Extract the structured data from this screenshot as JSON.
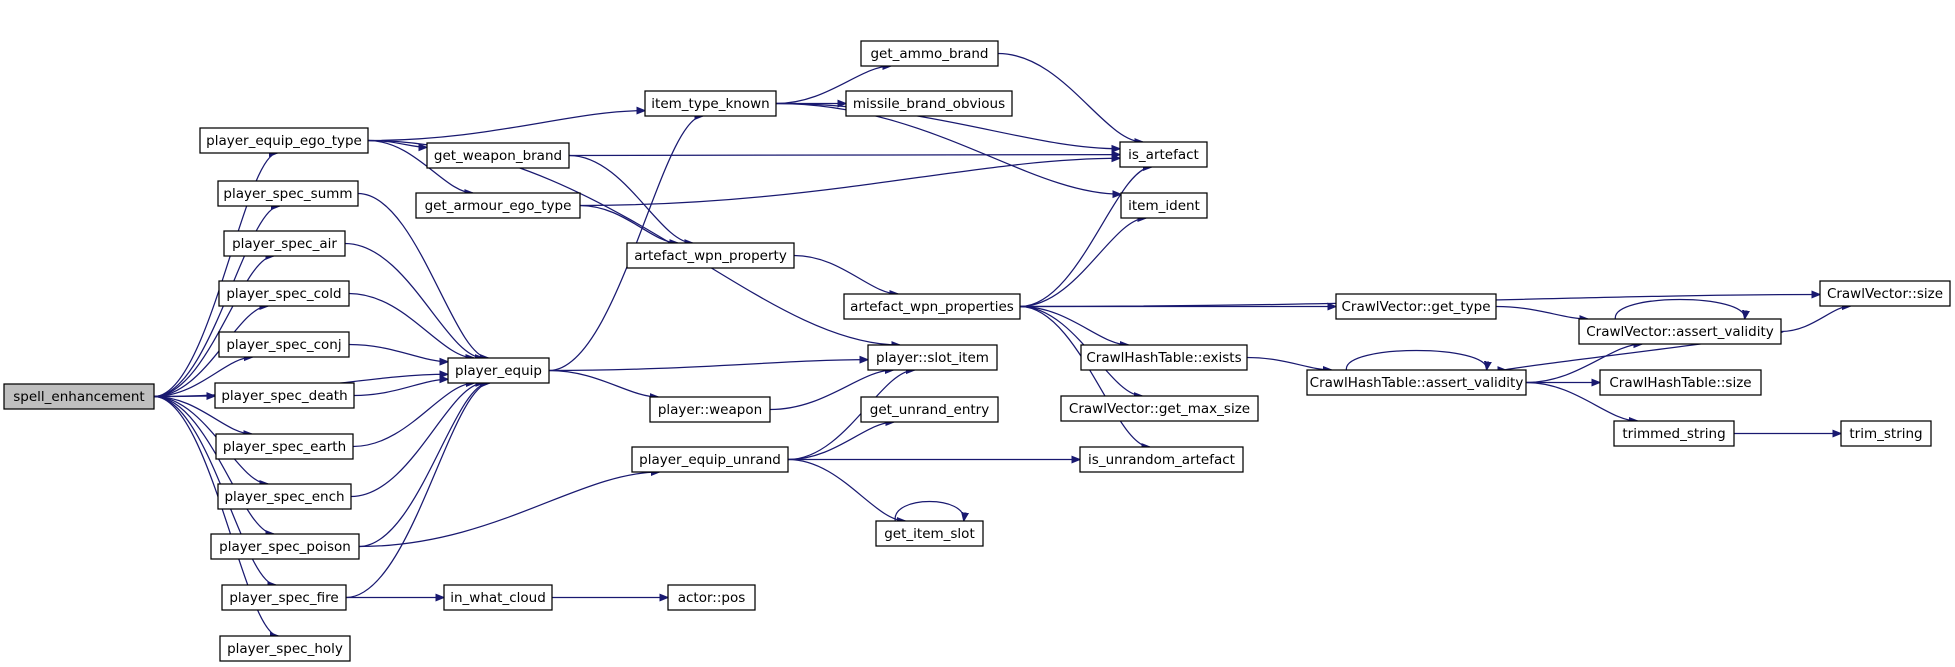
{
  "graph": {
    "root": "spell_enhancement",
    "nodes": [
      {
        "id": "spell_enhancement",
        "label": "spell_enhancement"
      },
      {
        "id": "player_equip_ego_type",
        "label": "player_equip_ego_type"
      },
      {
        "id": "player_spec_summ",
        "label": "player_spec_summ"
      },
      {
        "id": "player_spec_air",
        "label": "player_spec_air"
      },
      {
        "id": "player_spec_cold",
        "label": "player_spec_cold"
      },
      {
        "id": "player_spec_conj",
        "label": "player_spec_conj"
      },
      {
        "id": "player_spec_death",
        "label": "player_spec_death"
      },
      {
        "id": "player_spec_earth",
        "label": "player_spec_earth"
      },
      {
        "id": "player_spec_ench",
        "label": "player_spec_ench"
      },
      {
        "id": "player_spec_poison",
        "label": "player_spec_poison"
      },
      {
        "id": "player_spec_fire",
        "label": "player_spec_fire"
      },
      {
        "id": "player_spec_holy",
        "label": "player_spec_holy"
      },
      {
        "id": "item_type_known",
        "label": "item_type_known"
      },
      {
        "id": "get_weapon_brand",
        "label": "get_weapon_brand"
      },
      {
        "id": "get_armour_ego_type",
        "label": "get_armour_ego_type"
      },
      {
        "id": "player_equip",
        "label": "player_equip"
      },
      {
        "id": "in_what_cloud",
        "label": "in_what_cloud"
      },
      {
        "id": "get_ammo_brand",
        "label": "get_ammo_brand"
      },
      {
        "id": "missile_brand_obvious",
        "label": "missile_brand_obvious"
      },
      {
        "id": "artefact_wpn_property",
        "label": "artefact_wpn_property"
      },
      {
        "id": "player_weapon",
        "label": "player::weapon"
      },
      {
        "id": "player_equip_unrand",
        "label": "player_equip_unrand"
      },
      {
        "id": "actor_pos",
        "label": "actor::pos"
      },
      {
        "id": "artefact_wpn_properties",
        "label": "artefact_wpn_properties"
      },
      {
        "id": "player_slot_item",
        "label": "player::slot_item"
      },
      {
        "id": "get_unrand_entry",
        "label": "get_unrand_entry"
      },
      {
        "id": "get_item_slot",
        "label": "get_item_slot"
      },
      {
        "id": "is_artefact",
        "label": "is_artefact"
      },
      {
        "id": "item_ident",
        "label": "item_ident"
      },
      {
        "id": "CrawlHashTable_exists",
        "label": "CrawlHashTable::exists"
      },
      {
        "id": "CrawlVector_get_max_size",
        "label": "CrawlVector::get_max_size"
      },
      {
        "id": "is_unrandom_artefact",
        "label": "is_unrandom_artefact"
      },
      {
        "id": "CrawlVector_get_type",
        "label": "CrawlVector::get_type"
      },
      {
        "id": "CrawlHashTable_assert_validity",
        "label": "CrawlHashTable::assert_validity"
      },
      {
        "id": "CrawlVector_assert_validity",
        "label": "CrawlVector::assert_validity"
      },
      {
        "id": "CrawlHashTable_size",
        "label": "CrawlHashTable::size"
      },
      {
        "id": "trimmed_string",
        "label": "trimmed_string"
      },
      {
        "id": "CrawlVector_size",
        "label": "CrawlVector::size"
      },
      {
        "id": "trim_string",
        "label": "trim_string"
      }
    ],
    "edges": [
      {
        "from": "spell_enhancement",
        "to": "player_equip_ego_type"
      },
      {
        "from": "spell_enhancement",
        "to": "player_spec_summ"
      },
      {
        "from": "spell_enhancement",
        "to": "player_spec_air"
      },
      {
        "from": "spell_enhancement",
        "to": "player_spec_cold"
      },
      {
        "from": "spell_enhancement",
        "to": "player_spec_conj"
      },
      {
        "from": "spell_enhancement",
        "to": "player_spec_death"
      },
      {
        "from": "spell_enhancement",
        "to": "player_spec_earth"
      },
      {
        "from": "spell_enhancement",
        "to": "player_spec_ench"
      },
      {
        "from": "spell_enhancement",
        "to": "player_spec_poison"
      },
      {
        "from": "spell_enhancement",
        "to": "player_spec_fire"
      },
      {
        "from": "spell_enhancement",
        "to": "player_spec_holy"
      },
      {
        "from": "spell_enhancement",
        "to": "player_equip"
      },
      {
        "from": "player_equip_ego_type",
        "to": "item_type_known"
      },
      {
        "from": "player_equip_ego_type",
        "to": "get_weapon_brand"
      },
      {
        "from": "player_equip_ego_type",
        "to": "get_armour_ego_type"
      },
      {
        "from": "player_equip_ego_type",
        "to": "player_slot_item"
      },
      {
        "from": "player_spec_summ",
        "to": "player_equip"
      },
      {
        "from": "player_spec_air",
        "to": "player_equip"
      },
      {
        "from": "player_spec_cold",
        "to": "player_equip"
      },
      {
        "from": "player_spec_conj",
        "to": "player_equip"
      },
      {
        "from": "player_spec_death",
        "to": "player_equip"
      },
      {
        "from": "player_spec_earth",
        "to": "player_equip"
      },
      {
        "from": "player_spec_ench",
        "to": "player_equip"
      },
      {
        "from": "player_spec_poison",
        "to": "player_equip"
      },
      {
        "from": "player_spec_poison",
        "to": "player_equip_unrand"
      },
      {
        "from": "player_spec_fire",
        "to": "player_equip"
      },
      {
        "from": "player_spec_fire",
        "to": "in_what_cloud"
      },
      {
        "from": "player_equip",
        "to": "item_type_known"
      },
      {
        "from": "player_equip",
        "to": "player_slot_item"
      },
      {
        "from": "player_equip",
        "to": "player_weapon"
      },
      {
        "from": "item_type_known",
        "to": "get_ammo_brand"
      },
      {
        "from": "item_type_known",
        "to": "missile_brand_obvious"
      },
      {
        "from": "item_type_known",
        "to": "is_artefact"
      },
      {
        "from": "item_type_known",
        "to": "item_ident"
      },
      {
        "from": "get_weapon_brand",
        "to": "is_artefact"
      },
      {
        "from": "get_weapon_brand",
        "to": "artefact_wpn_property"
      },
      {
        "from": "get_armour_ego_type",
        "to": "is_artefact"
      },
      {
        "from": "get_armour_ego_type",
        "to": "artefact_wpn_property"
      },
      {
        "from": "get_ammo_brand",
        "to": "is_artefact"
      },
      {
        "from": "artefact_wpn_property",
        "to": "artefact_wpn_properties"
      },
      {
        "from": "artefact_wpn_properties",
        "to": "is_artefact"
      },
      {
        "from": "artefact_wpn_properties",
        "to": "item_ident"
      },
      {
        "from": "artefact_wpn_properties",
        "to": "CrawlVector_size"
      },
      {
        "from": "artefact_wpn_properties",
        "to": "CrawlVector_get_type"
      },
      {
        "from": "artefact_wpn_properties",
        "to": "CrawlHashTable_exists"
      },
      {
        "from": "artefact_wpn_properties",
        "to": "CrawlVector_get_max_size"
      },
      {
        "from": "artefact_wpn_properties",
        "to": "is_unrandom_artefact"
      },
      {
        "from": "player_weapon",
        "to": "player_slot_item"
      },
      {
        "from": "player_equip_unrand",
        "to": "player_slot_item"
      },
      {
        "from": "player_equip_unrand",
        "to": "get_unrand_entry"
      },
      {
        "from": "player_equip_unrand",
        "to": "is_unrandom_artefact"
      },
      {
        "from": "player_equip_unrand",
        "to": "get_item_slot"
      },
      {
        "from": "get_item_slot",
        "to": "get_item_slot"
      },
      {
        "from": "in_what_cloud",
        "to": "actor_pos"
      },
      {
        "from": "CrawlVector_get_type",
        "to": "CrawlVector_assert_validity"
      },
      {
        "from": "CrawlHashTable_exists",
        "to": "CrawlHashTable_assert_validity"
      },
      {
        "from": "CrawlHashTable_assert_validity",
        "to": "CrawlHashTable_assert_validity"
      },
      {
        "from": "CrawlHashTable_assert_validity",
        "to": "CrawlVector_assert_validity"
      },
      {
        "from": "CrawlHashTable_assert_validity",
        "to": "CrawlHashTable_size"
      },
      {
        "from": "CrawlHashTable_assert_validity",
        "to": "trimmed_string"
      },
      {
        "from": "CrawlVector_assert_validity",
        "to": "CrawlVector_assert_validity"
      },
      {
        "from": "CrawlVector_assert_validity",
        "to": "CrawlVector_size"
      },
      {
        "from": "CrawlVector_assert_validity",
        "to": "CrawlHashTable_assert_validity"
      },
      {
        "from": "trimmed_string",
        "to": "trim_string"
      }
    ]
  },
  "colors": {
    "edge": "#191970",
    "node_border": "#000000",
    "node_fill": "#ffffff",
    "root_fill": "#bfbfbf"
  }
}
